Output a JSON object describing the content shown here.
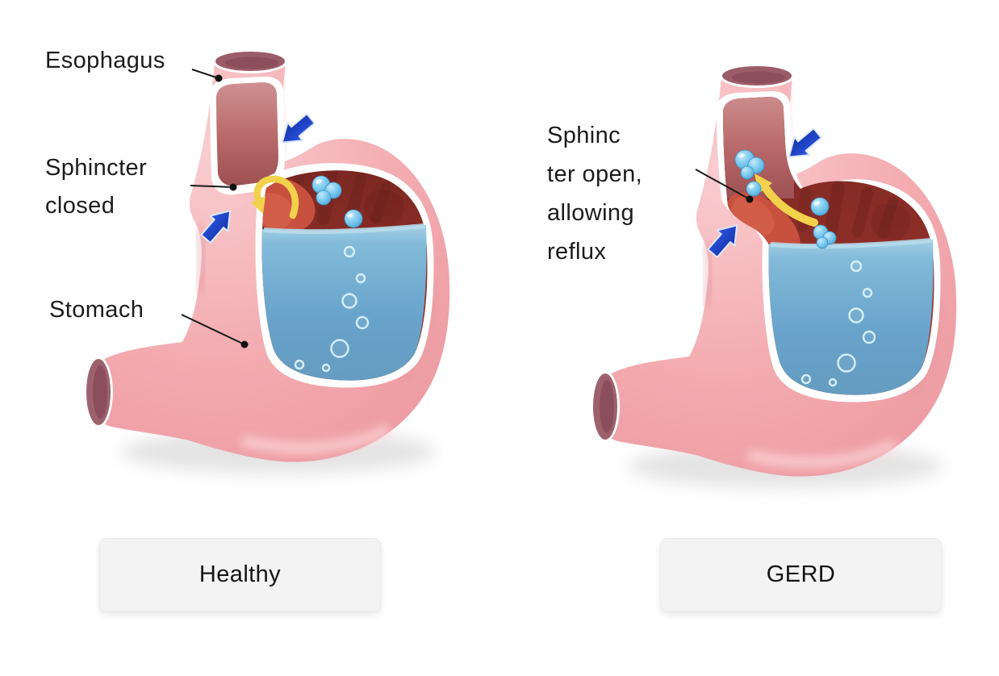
{
  "diagram_title": "",
  "panels": [
    {
      "id": "healthy",
      "caption": "Healthy",
      "annotations": [
        {
          "name": "esophagus",
          "lines": [
            "Esophagus"
          ]
        },
        {
          "name": "sphincter-closed",
          "lines": [
            "Sphincter",
            "closed"
          ]
        },
        {
          "name": "stomach",
          "lines": [
            "Stomach"
          ]
        }
      ]
    },
    {
      "id": "gerd",
      "caption": "GERD",
      "annotations": [
        {
          "name": "sphincter-open",
          "lines": [
            "Sphinc",
            "ter open,",
            "allowing",
            "reflux"
          ]
        }
      ]
    }
  ],
  "symbols": [
    {
      "name": "pressure-arrow-icon",
      "meaning": "pressure squeezing the sphincter",
      "color": "#1d41cb"
    },
    {
      "name": "reflux-blocked-curl-icon",
      "panel": "healthy",
      "meaning": "reflux blocked at closed sphincter",
      "color": "#f2d24b"
    },
    {
      "name": "reflux-arrow-icon",
      "panel": "gerd",
      "meaning": "acid refluxing up the esophagus",
      "color": "#f2d24b"
    },
    {
      "name": "gas-bubble-icon",
      "meaning": "gas bubbles",
      "color": "#56b4e5"
    }
  ],
  "colors": {
    "background": "#ffffff",
    "label_text": "#1c1c1c",
    "pointer_line": "#1a1a1a",
    "caption_bg": "#f3f3f4",
    "stomach_wall_pink": "#f3abb0",
    "esophagus_lumen_red": "#b86868",
    "stomach_interior_dark_red": "#8a2d28",
    "sphincter_bright_red": "#c8503f",
    "gastric_fluid_blue": "#68a3cb",
    "bubble_blue": "#56b4e5",
    "pressure_arrow_blue": "#1d41cb",
    "reflux_arrow_yellow": "#f2d24b"
  }
}
